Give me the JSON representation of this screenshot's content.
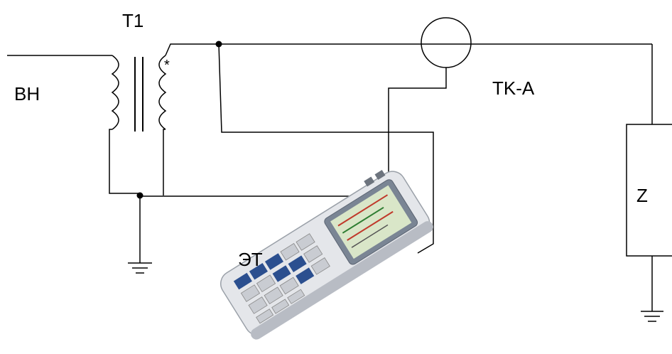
{
  "labels": {
    "transformer": "T1",
    "high_voltage": "BH",
    "current_clamp": "TK-A",
    "tester": "ЭТ",
    "load": "Z",
    "polarity_mark": "*"
  },
  "device": {
    "brand_text": "",
    "display_color": "#d9e6c8",
    "keypad_color": "#2b4f8f",
    "body_color": "#e4e6ea"
  },
  "colors": {
    "wire": "#000000",
    "background": "#ffffff"
  }
}
